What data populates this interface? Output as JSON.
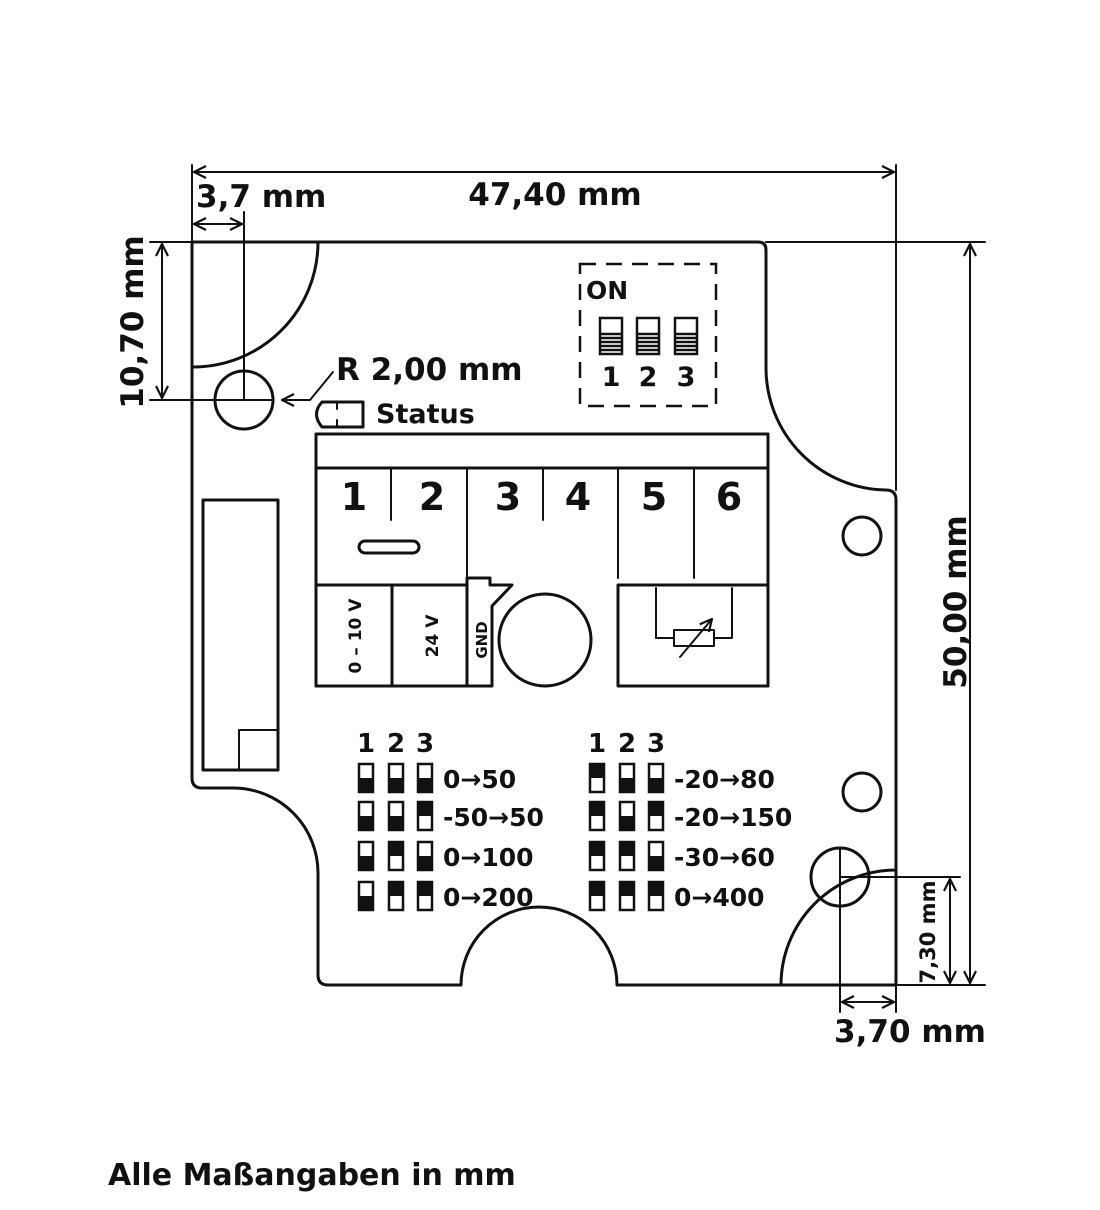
{
  "dimensions": {
    "width_total": "47,40 mm",
    "hole_offset_left": "3,7 mm",
    "hole_offset_top": "10,70 mm",
    "height_total": "50,00 mm",
    "hole_offset_bottom": "7,30 mm",
    "hole_offset_right": "3,70 mm",
    "hole_radius": "R 2,00 mm"
  },
  "led_label": "Status",
  "dip_switch": {
    "label": "ON",
    "numbers": [
      "1",
      "2",
      "3"
    ]
  },
  "terminal": {
    "numbers": [
      "1",
      "2",
      "3",
      "4",
      "5",
      "6"
    ],
    "labels": [
      "0 – 10 V",
      "24 V",
      "GND"
    ]
  },
  "ranges_left": {
    "header": [
      "1",
      "2",
      "3"
    ],
    "rows": [
      {
        "switches": [
          "off",
          "off",
          "off"
        ],
        "range": "0→50"
      },
      {
        "switches": [
          "off",
          "off",
          "on"
        ],
        "range": "-50→50"
      },
      {
        "switches": [
          "off",
          "on",
          "off"
        ],
        "range": "0→100"
      },
      {
        "switches": [
          "off",
          "on",
          "on"
        ],
        "range": "0→200"
      }
    ]
  },
  "ranges_right": {
    "header": [
      "1",
      "2",
      "3"
    ],
    "rows": [
      {
        "switches": [
          "on",
          "off",
          "off"
        ],
        "range": "-20→80"
      },
      {
        "switches": [
          "on",
          "off",
          "on"
        ],
        "range": "-20→150"
      },
      {
        "switches": [
          "on",
          "on",
          "off"
        ],
        "range": "-30→60"
      },
      {
        "switches": [
          "on",
          "on",
          "on"
        ],
        "range": "0→400"
      }
    ]
  },
  "footer_note": "Alle Maßangaben in mm"
}
